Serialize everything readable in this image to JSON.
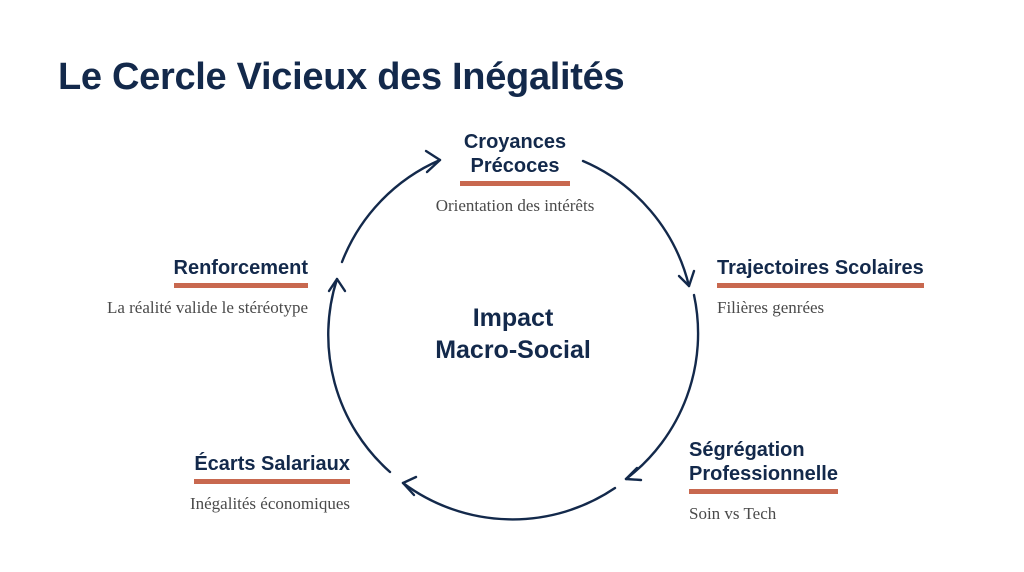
{
  "title": "Le Cercle Vicieux des Inégalités",
  "center": {
    "line1": "Impact",
    "line2": "Macro-Social"
  },
  "nodes": [
    {
      "title_line1": "Croyances",
      "title_line2": "Précoces",
      "description": "Orientation des intérêts"
    },
    {
      "title": "Trajectoires Scolaires",
      "description": "Filières genrées"
    },
    {
      "title_line1": "Ségrégation",
      "title_line2": "Professionnelle",
      "description": "Soin vs Tech"
    },
    {
      "title": "Écarts Salariaux",
      "description": "Inégalités économiques"
    },
    {
      "title": "Renforcement",
      "description": "La réalité valide le stéréotype"
    }
  ],
  "colors": {
    "navy": "#13294b",
    "accent": "#c8684f",
    "text_muted": "#4a4a4a",
    "background": "#ffffff"
  },
  "icons": [
    "arrow-right-icon",
    "arrow-down-icon",
    "arrow-left-icon",
    "arrow-up-icon"
  ]
}
